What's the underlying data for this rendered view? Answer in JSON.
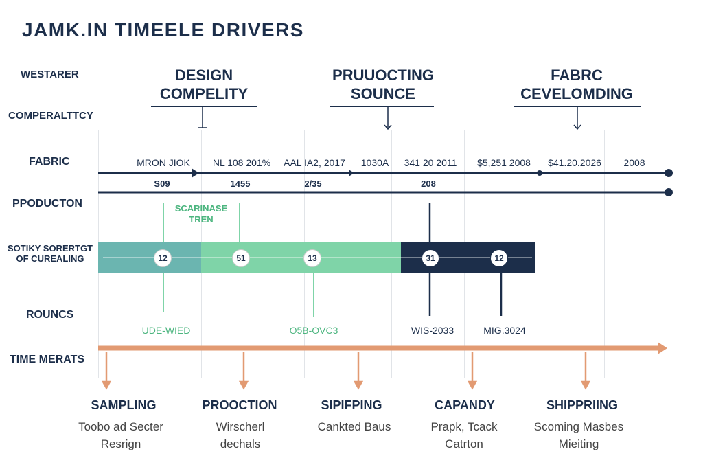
{
  "title": "JAMK.IN TIMEELE DRIVERS",
  "row_labels": [
    "WESTARER",
    "COMPERALTTCY",
    "FABRIC",
    "PPODUCTON",
    "SOTIKY SORERTGT OF CUREALING",
    "ROUNCS",
    "TIME MERATS"
  ],
  "phases": [
    {
      "line1": "DESIGN",
      "line2": "COMPELITY"
    },
    {
      "line1": "PRUUOCTING",
      "line2": "SOUNCE"
    },
    {
      "line1": "FABRC",
      "line2": "CEVELOMDING"
    }
  ],
  "fabric_top_labels": [
    "MRON JIOK",
    "NL 108  201%",
    "AAL IA2, 2017",
    "1030A",
    "341 20 2011",
    "$5,251  2008",
    "$41.20.2026",
    "2008"
  ],
  "fabric_bottom_labels": [
    "S09",
    "1455",
    "2/35",
    "208"
  ],
  "production_label": {
    "line1": "SCARINASE",
    "line2": "TREN"
  },
  "band_circles": [
    "12",
    "51",
    "13",
    "31",
    "12"
  ],
  "rounds_labels": [
    "UDE-WIED",
    "O5B-OVC3",
    "WIS-2033",
    "MIG.3024"
  ],
  "stages": [
    {
      "title": "SAMPLING",
      "sub": "Toobo ad Secter Resrign"
    },
    {
      "title": "PROOCTION",
      "sub": "Wirscherl dechals"
    },
    {
      "title": "SIPIFPING",
      "sub": "Cankted Baus"
    },
    {
      "title": "CAPANDY",
      "sub": "Prapk, Tcack Catrton"
    },
    {
      "title": "SHIPPRIING",
      "sub": "Scoming Masbes Mieiting"
    }
  ],
  "colors": {
    "navy": "#1c2e4a",
    "green_light": "#7fd4a8",
    "teal": "#6bb5b0",
    "orange": "#e29a72",
    "grid": "#e1e4e8"
  }
}
